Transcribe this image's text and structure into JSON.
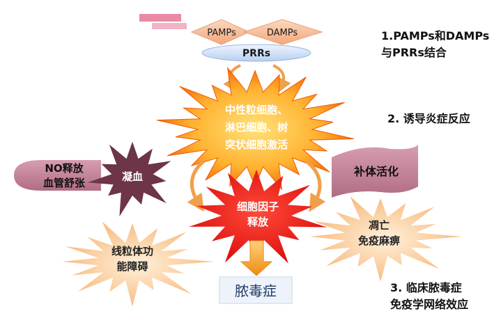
{
  "molecules": {
    "pamps": "PAMPs",
    "damps": "DAMPs",
    "prrs": "PRRs"
  },
  "center_burst": {
    "lines": [
      "中性粒细胞、",
      "淋巴细胞、树",
      "突状细胞激活"
    ]
  },
  "cytokine": {
    "lines": [
      "细胞因子",
      "释放"
    ]
  },
  "coagulation": {
    "label": "凝血"
  },
  "no_box": {
    "lines": [
      "NO释放",
      "血管舒张"
    ]
  },
  "complement": {
    "label": "补体活化"
  },
  "mito": {
    "lines": [
      "线粒体功",
      "能障碍"
    ]
  },
  "apoptosis": {
    "lines": [
      "凋亡",
      "免疫麻痹"
    ]
  },
  "sepsis": {
    "label": "脓毒症"
  },
  "steps": {
    "step1": [
      "1.PAMPs和DAMPs",
      "与PRRs结合"
    ],
    "step2": "2. 诱导炎症反应",
    "step3": [
      "3. 临床脓毒症",
      "免疫学网络效应"
    ]
  },
  "colors": {
    "diamond": "#f7c29f",
    "prrs": "#cfe0f7",
    "burst_core": "#ffe27a",
    "burst_edge": "#f25a05",
    "cytokine": "#ff1f1f",
    "coag": "#6e3447",
    "rose_box": "#c5849a",
    "mito": "#fbd1a0",
    "arrow": "#f6a623"
  }
}
